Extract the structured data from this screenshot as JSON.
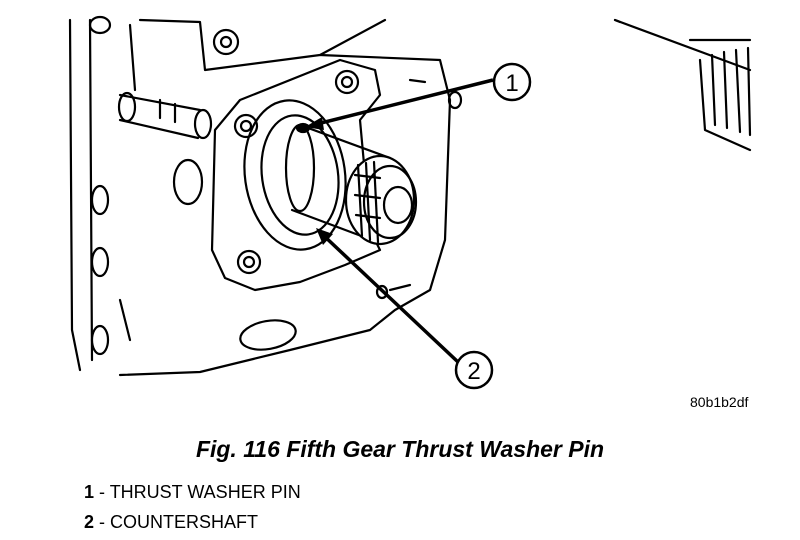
{
  "figure": {
    "callouts": [
      {
        "number": "1"
      },
      {
        "number": "2"
      }
    ],
    "image_id": "80b1b2df"
  },
  "caption": "Fig. 116 Fifth Gear Thrust Washer Pin",
  "legend": [
    {
      "number": "1",
      "separator": " - ",
      "text": "THRUST WASHER PIN"
    },
    {
      "number": "2",
      "separator": " - ",
      "text": "COUNTERSHAFT"
    }
  ]
}
